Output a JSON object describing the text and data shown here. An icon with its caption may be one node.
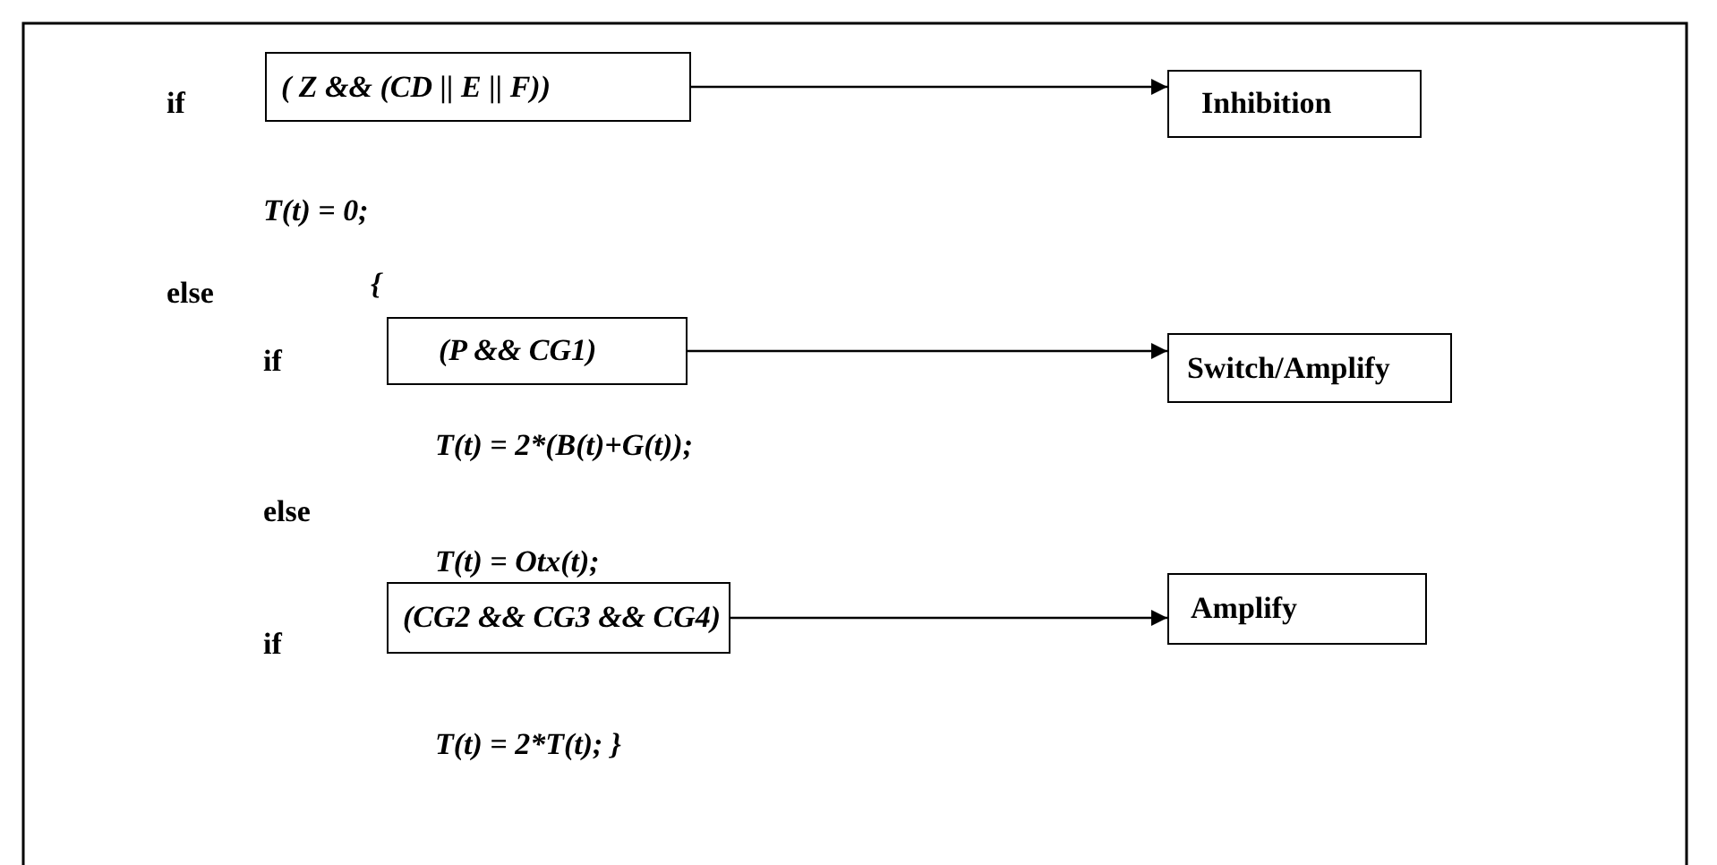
{
  "diagram": {
    "nodes": [
      {
        "text": [
          "( Z && (CD || E || F))"
        ]
      },
      {
        "text": [
          "Inhibition"
        ]
      },
      {
        "text": [
          "(P && CG1)"
        ]
      },
      {
        "text": [
          "Switch/Amplify"
        ]
      },
      {
        "text": [
          "(CG2 && CG3 && CG4)"
        ]
      },
      {
        "text": [
          "Amplify"
        ]
      }
    ],
    "edges": [
      {
        "from": 0,
        "to": 1,
        "arrow": "to"
      },
      {
        "from": 2,
        "to": 3,
        "arrow": "to"
      },
      {
        "from": 4,
        "to": 5,
        "arrow": "to"
      }
    ],
    "labels": [
      "if",
      "T(t) = 0;",
      "else",
      "{",
      "if",
      "T(t) = 2*(B(t)+G(t));",
      "else",
      "T(t) = Otx(t);",
      "if",
      "T(t) = 2*T(t); }"
    ]
  }
}
